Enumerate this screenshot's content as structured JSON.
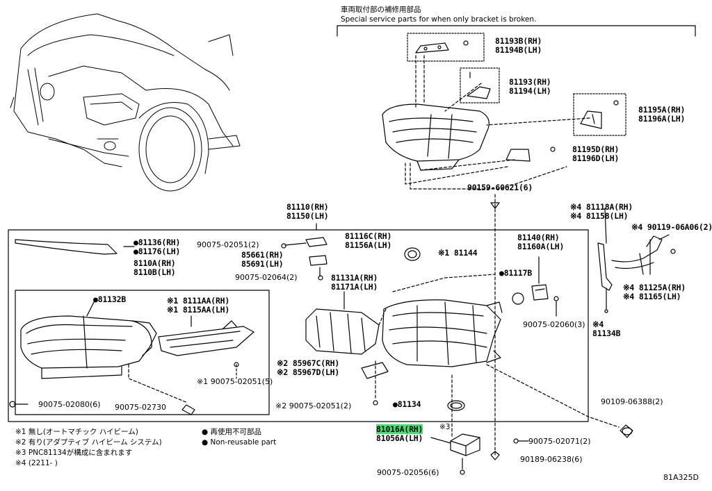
{
  "header": {
    "jp": "車両取付部の補修用部品",
    "en": "Special service parts for when only bracket is broken."
  },
  "diagram_code": "81A325D",
  "callouts": {
    "c81193b": [
      "81193B(RH)",
      "81194B(LH)"
    ],
    "c81193": [
      "81193(RH)",
      "81194(LH)"
    ],
    "c81195a": [
      "81195A(RH)",
      "81196A(LH)"
    ],
    "c81195d": [
      "81195D(RH)",
      "81196D(LH)"
    ],
    "c90159": [
      "90159-60621(6)"
    ],
    "c81110": [
      "81110(RH)",
      "81150(LH)"
    ],
    "c81118a": [
      "※4 81118A(RH)",
      "※4 81158(LH)"
    ],
    "c90119": [
      "※4 90119-06A06(2)"
    ],
    "c81136": [
      "●81136(RH)",
      "●81176(LH)"
    ],
    "c8110a": [
      "8110A(RH)",
      "8110B(LH)"
    ],
    "c90075_02051_top": [
      "90075-02051(2)"
    ],
    "c81116c": [
      "81116C(RH)",
      "81156A(LH)"
    ],
    "c85661": [
      "85661(RH)",
      "85691(LH)"
    ],
    "c81144": [
      "※1 81144"
    ],
    "c81140": [
      "81140(RH)",
      "81160A(LH)"
    ],
    "c90075_02064": [
      "90075-02064(2)"
    ],
    "c81131a": [
      "81131A(RH)",
      "81171A(LH)"
    ],
    "c81117b": [
      "●81117B"
    ],
    "c81125a": [
      "※4 81125A(RH)",
      "※4 81165(LH)"
    ],
    "c81132b": [
      "●81132B"
    ],
    "c8111aa": [
      "※1 8111AA(RH)",
      "※1 8115AA(LH)"
    ],
    "c90075_02060": [
      "90075-02060(3)"
    ],
    "c81134b": [
      "※4",
      "81134B"
    ],
    "c85967c": [
      "※2 85967C(RH)",
      "※2 85967D(LH)"
    ],
    "c90075_02051_mid": [
      "※1 90075-02051(5)"
    ],
    "c90075_02080": [
      "90075-02080(6)"
    ],
    "c90075_02730": [
      "90075-02730"
    ],
    "c90075_02051_bot": [
      "※2 90075-02051(2)"
    ],
    "c81134": [
      "●81134"
    ],
    "c90109": [
      "90109-06388(2)"
    ],
    "c81016a": [
      "81016A(RH)",
      "81056A(LH)"
    ],
    "c81016a_note": [
      "※3"
    ],
    "c90075_02071": [
      "90075-02071(2)"
    ],
    "c90189": [
      "90189-06238(6)"
    ],
    "c90075_02056": [
      "90075-02056(6)"
    ]
  },
  "notes": {
    "n1": "※1 無し(オートマチック ハイビーム)",
    "n2": "※2 有り(アダプティブ ハイビーム システム)",
    "n3": "※3 PNC81134が構成に含まれます",
    "n4": "※4 (2211-      )",
    "legend_jp": "● 再使用不可部品",
    "legend_en": "● Non-reusable part"
  },
  "highlight_color": "#3ee46b"
}
